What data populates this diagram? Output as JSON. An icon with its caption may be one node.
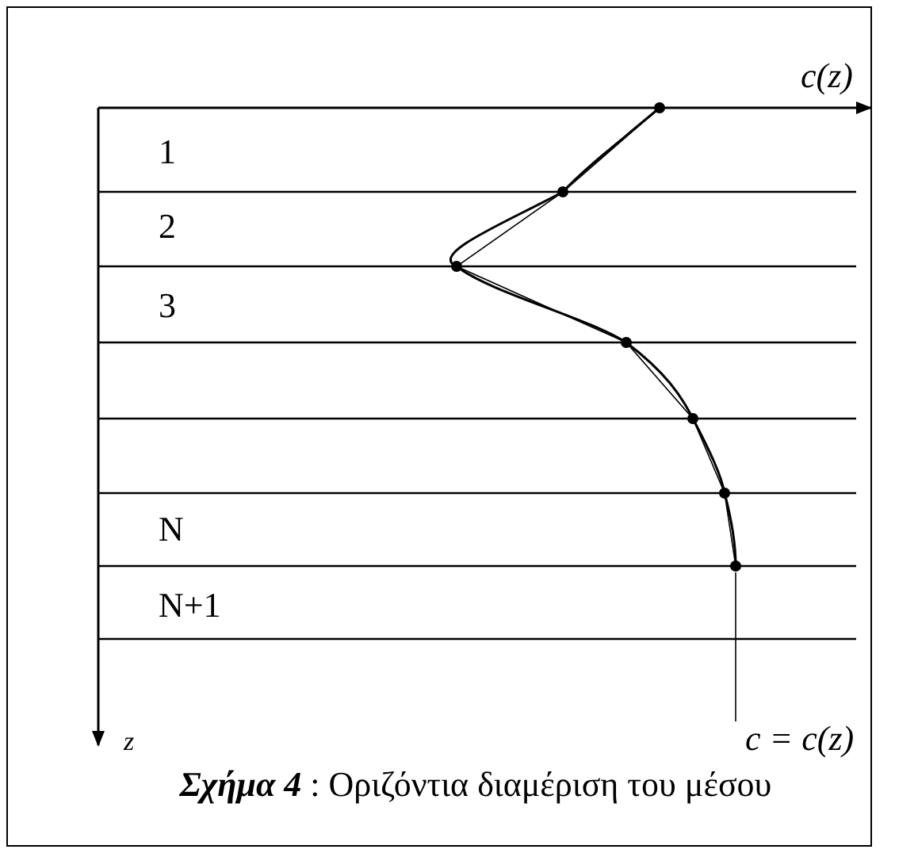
{
  "diagram": {
    "caption": "**Σχήμα 4** : Οριζόντια διαμέριση του μέσου",
    "nodes": [
      {
        "text": [
          "c = c(z)"
        ]
      },
      {
        "text": [],
        "shape": "circle"
      }
    ],
    "edges": [
      {
        "from": 0,
        "to": 1,
        "arrow": "none"
      }
    ],
    "labels": [
      "c(z)",
      "1",
      "2",
      "3",
      "N",
      "N+1",
      "z"
    ]
  }
}
